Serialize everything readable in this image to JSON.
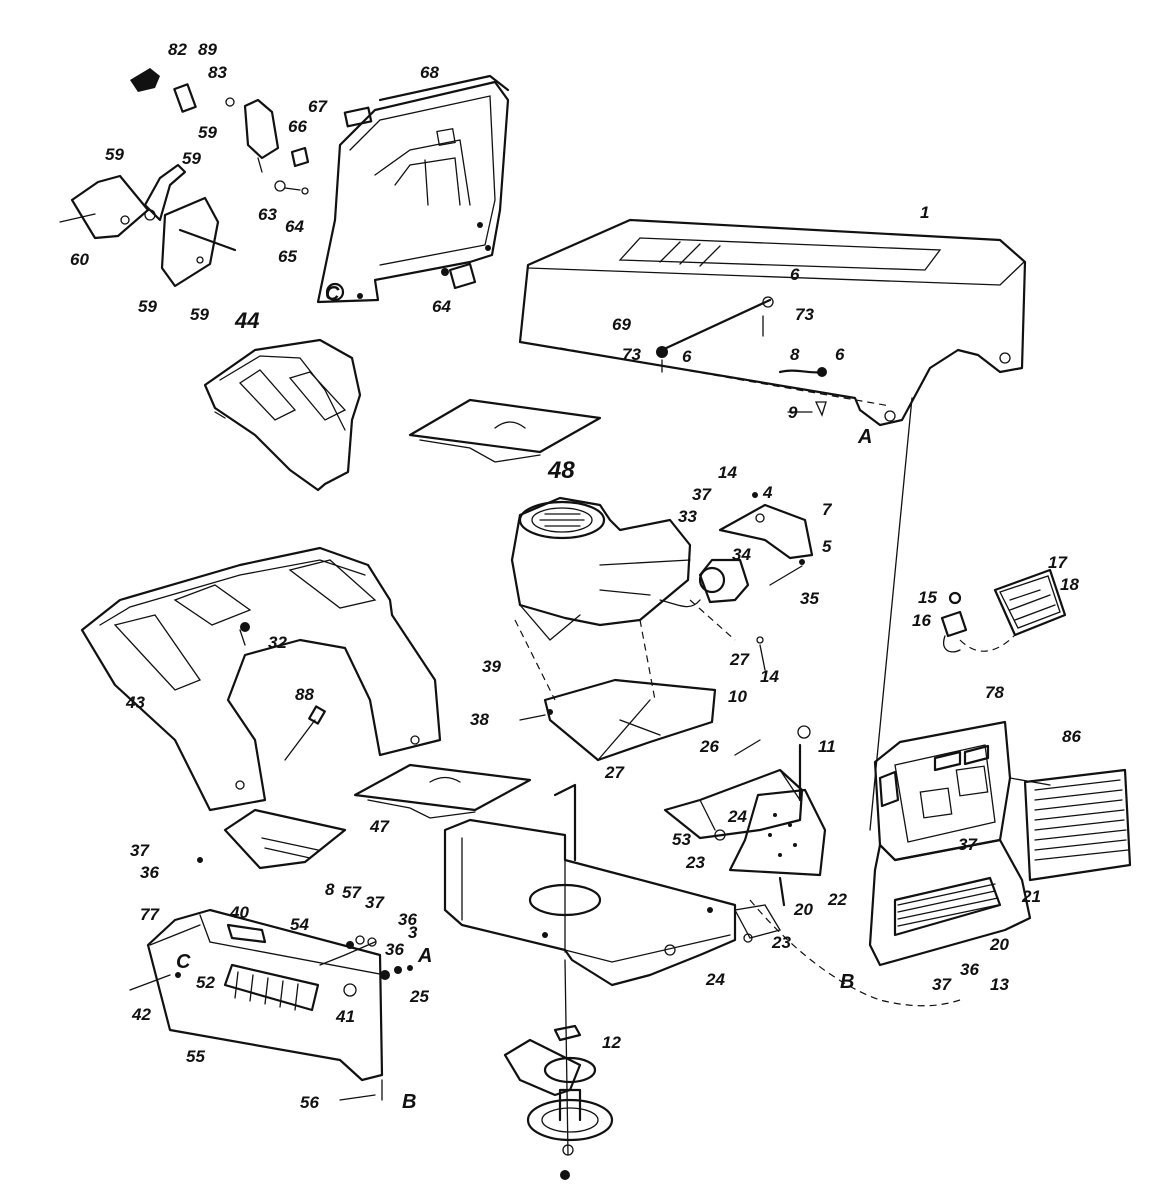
{
  "diagram": {
    "parts": {
      "p1": "1",
      "p3": "3",
      "p4": "4",
      "p5": "5",
      "p6a": "6",
      "p6b": "6",
      "p6c": "6",
      "p7": "7",
      "p8a": "8",
      "p8b": "8",
      "p9": "9",
      "p10": "10",
      "p11": "11",
      "p12": "12",
      "p13": "13",
      "p14a": "14",
      "p14b": "14",
      "p15": "15",
      "p16": "16",
      "p17": "17",
      "p18": "18",
      "p20a": "20",
      "p20b": "20",
      "p21": "21",
      "p22": "22",
      "p23a": "23",
      "p23b": "23",
      "p24a": "24",
      "p24b": "24",
      "p25": "25",
      "p26": "26",
      "p27a": "27",
      "p27b": "27",
      "p32": "32",
      "p33": "33",
      "p34": "34",
      "p35": "35",
      "p36a": "36",
      "p36b": "36",
      "p36c": "36",
      "p36d": "36",
      "p37a": "37",
      "p37b": "37",
      "p37c": "37",
      "p37d": "37",
      "p37e": "37",
      "p38": "38",
      "p39": "39",
      "p40": "40",
      "p41": "41",
      "p42": "42",
      "p43": "43",
      "p44": "44",
      "p47": "47",
      "p48": "48",
      "p52": "52",
      "p53": "53",
      "p54": "54",
      "p55": "55",
      "p56": "56",
      "p57": "57",
      "p59a": "59",
      "p59b": "59",
      "p59c": "59",
      "p59d": "59",
      "p59e": "59",
      "p60": "60",
      "p63": "63",
      "p64a": "64",
      "p64b": "64",
      "p65": "65",
      "p66": "66",
      "p67": "67",
      "p68": "68",
      "p69": "69",
      "p73a": "73",
      "p73b": "73",
      "p77": "77",
      "p78": "78",
      "p82": "82",
      "p83": "83",
      "p86": "86",
      "p88": "88",
      "p89": "89"
    },
    "refs": {
      "refA1": "A",
      "refA2": "A",
      "refB1": "B",
      "refB2": "B",
      "refC1": "C",
      "refC2": "C"
    }
  }
}
